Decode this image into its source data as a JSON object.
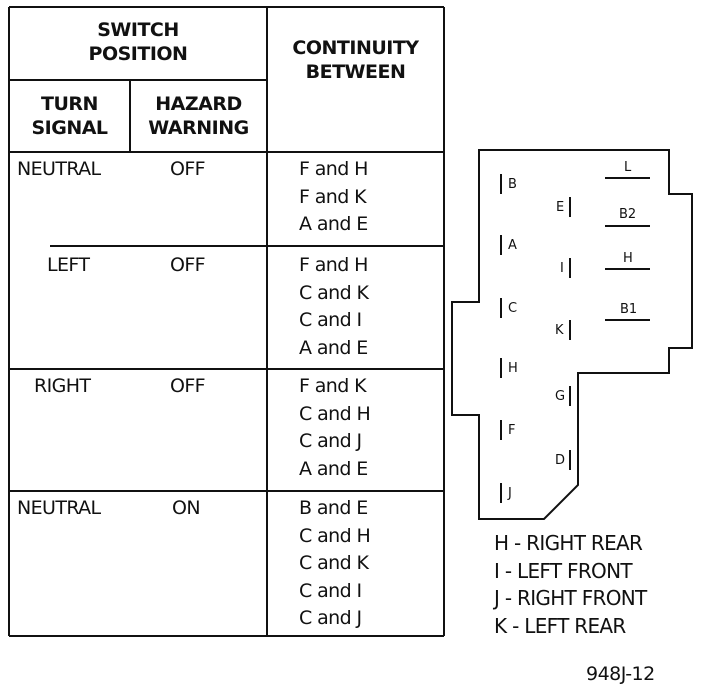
{
  "table": {
    "header": {
      "switch_position_line1": "SWITCH",
      "switch_position_line2": "POSITION",
      "turn_signal_line1": "TURN",
      "turn_signal_line2": "SIGNAL",
      "hazard_warning_line1": "HAZARD",
      "hazard_warning_line2": "WARNING",
      "continuity_line1": "CONTINUITY",
      "continuity_line2": "BETWEEN"
    },
    "rows": [
      {
        "turn_signal": "NEUTRAL",
        "hazard": "OFF",
        "continuity": [
          "F and H",
          "F and K",
          "A and E"
        ]
      },
      {
        "turn_signal": "LEFT",
        "hazard": "OFF",
        "continuity": [
          "F and H",
          "C and K",
          "C and I",
          "A and E"
        ]
      },
      {
        "turn_signal": "RIGHT",
        "hazard": "OFF",
        "continuity": [
          "F and K",
          "C and H",
          "C and J",
          "A and E"
        ]
      },
      {
        "turn_signal": "NEUTRAL",
        "hazard": "ON",
        "continuity": [
          "B and E",
          "C and H",
          "C and K",
          "C and I",
          "C and J"
        ]
      }
    ]
  },
  "connector": {
    "left_terminals": [
      "B",
      "A",
      "C",
      "H",
      "F",
      "J"
    ],
    "middle_terminals": [
      "E",
      "I",
      "K",
      "G",
      "D"
    ],
    "bus_labels": [
      "L",
      "B2",
      "H",
      "B1"
    ]
  },
  "legend": [
    "H - RIGHT REAR",
    "I -  LEFT FRONT",
    "J -  RIGHT FRONT",
    "K - LEFT REAR"
  ],
  "figure_id": "948J-12"
}
